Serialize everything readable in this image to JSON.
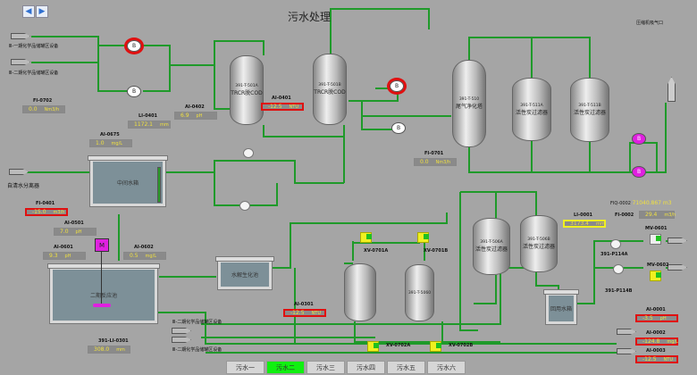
{
  "title": "污水处理",
  "compressor_inlet": "压缩机吸气口",
  "nav": {
    "back_icon": "arrow-left-icon",
    "forward_icon": "arrow-right-icon"
  },
  "inlets": {
    "phase1_top": "Ⅲ-一期化学品储罐区设备",
    "phase2_top": "Ⅲ-二期化学品储罐区设备",
    "separator": "自清水分离器",
    "phase1_bottom": "Ⅲ-二期化学品储罐区设备",
    "phase2_bottom": "Ⅲ-二期化学品储罐区设备"
  },
  "instruments": [
    {
      "tag": "FI-0702",
      "value": "0.0",
      "unit": "Nm3/h",
      "alarm": false
    },
    {
      "tag": "AI-0402",
      "value": "6.9",
      "unit": "pH",
      "alarm": false
    },
    {
      "tag": "LI-0401",
      "value": "1172.1",
      "unit": "mm",
      "alarm": false
    },
    {
      "tag": "AI-0401",
      "value": "-12.5",
      "unit": "NTU",
      "alarm": true
    },
    {
      "tag": "FI-0701",
      "value": "0.0",
      "unit": "Nm3/h",
      "alarm": false
    },
    {
      "tag": "AI-0675",
      "value": "1.0",
      "unit": "mg/L",
      "alarm": false
    },
    {
      "tag": "FI-0401",
      "value": "-15.0",
      "unit": "m3/h",
      "alarm": true
    },
    {
      "tag": "AI-0501",
      "value": "7.0",
      "unit": "pH",
      "alarm": false
    },
    {
      "tag": "AI-0601",
      "value": "9.3",
      "unit": "pH",
      "alarm": false
    },
    {
      "tag": "AI-0602",
      "value": "0.5",
      "unit": "mg/L",
      "alarm": false
    },
    {
      "tag": "391-LI-0301",
      "value": "308.0",
      "unit": "mm",
      "alarm": false
    },
    {
      "tag": "AI-0301",
      "value": "-12.5",
      "unit": "NTU",
      "alarm": true
    },
    {
      "tag": "LI-0001",
      "value": "3173.4",
      "unit": "mm",
      "alarm": false
    },
    {
      "tag": "FI-0002",
      "value": "29.4",
      "unit": "m3/h",
      "alarm": false
    },
    {
      "tag": "AI-0001",
      "value": "-3.5",
      "unit": "pH",
      "alarm": true
    },
    {
      "tag": "AI-0002",
      "value": "-124.8",
      "unit": "mg/L",
      "alarm": true
    },
    {
      "tag": "AI-0003",
      "value": "-12.5",
      "unit": "NTU",
      "alarm": true
    }
  ],
  "fiq": {
    "tag": "FIQ-0002",
    "value": "71040.867 m3"
  },
  "vessels": {
    "t501a": {
      "id": "391-T-501A",
      "name": "TRCR脱COD"
    },
    "t501b": {
      "id": "391-T-501B",
      "name": "TRCR脱COD"
    },
    "t510": {
      "id": "391-T-510",
      "name": "尾气净化塔"
    },
    "t511a": {
      "id": "391-T-511A",
      "name": "活性炭过滤器"
    },
    "t511b": {
      "id": "391-T-511B",
      "name": "活性炭过滤器"
    },
    "t506a": {
      "id": "391-T-506A",
      "name": "活性炭过滤器"
    },
    "t506b": {
      "id": "391-T-506B",
      "name": "活性炭过滤器"
    },
    "t5060": {
      "id": "391-T-5060",
      "name": ""
    }
  },
  "basins": {
    "middle": "中间水箱",
    "reaction": "二期反应池",
    "bio": "水解生化池",
    "reuse": "回用水箱"
  },
  "equipment": {
    "motor": "M",
    "blower": "B",
    "pump_a": "391-P114A",
    "pump_b": "391-P114B",
    "mv1": "MV-0601",
    "mv2": "MV-0602",
    "xv1a": "XV-0701A",
    "xv1b": "XV-0701B",
    "xv2a": "XV-0702A",
    "xv2b": "XV-0702B"
  },
  "tabs": [
    {
      "label": "污水一",
      "active": false
    },
    {
      "label": "污水二",
      "active": true
    },
    {
      "label": "污水三",
      "active": false
    },
    {
      "label": "污水四",
      "active": false
    },
    {
      "label": "污水五",
      "active": false
    },
    {
      "label": "污水六",
      "active": false
    }
  ],
  "colors": {
    "pipe": "#1f9a2a",
    "alarm": "#e01010",
    "value": "#f0e040",
    "active_tab": "#10f010",
    "blower_alt": "#e020e0"
  }
}
